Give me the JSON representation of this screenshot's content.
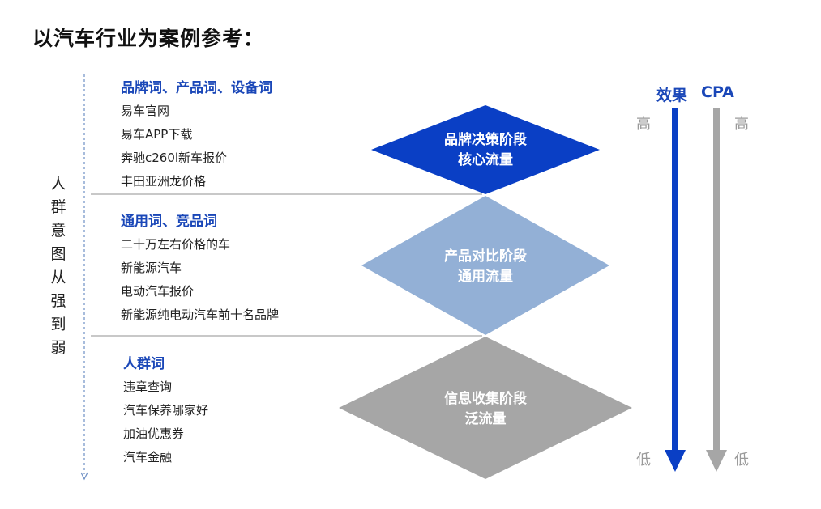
{
  "title": "以汽车行业为案例参考：",
  "side_label": [
    "人",
    "群",
    "意",
    "图",
    "从",
    "强",
    "到",
    "弱"
  ],
  "sections": [
    {
      "heading": "品牌词、产品词、设备词",
      "items": [
        "易车官网",
        "易车APP下载",
        "奔驰c260l新车报价",
        "丰田亚洲龙价格"
      ],
      "stage": [
        "品牌决策阶段",
        "核心流量"
      ],
      "color": "#0a3fc5"
    },
    {
      "heading": "通用词、竞品词",
      "items": [
        "二十万左右价格的车",
        "新能源汽车",
        "电动汽车报价",
        "新能源纯电动汽车前十名品牌"
      ],
      "stage": [
        "产品对比阶段",
        "通用流量"
      ],
      "color": "#93b0d6"
    },
    {
      "heading": "人群词",
      "items": [
        "违章查询",
        "汽车保养哪家好",
        "加油优惠券",
        "汽车金融"
      ],
      "stage": [
        "信息收集阶段",
        "泛流量"
      ],
      "color": "#a6a6a6"
    }
  ],
  "metrics": {
    "effect_label": "效果",
    "cpa_label": "CPA",
    "high": "高",
    "low": "低",
    "effect_color": "#0a3fc5",
    "cpa_color": "#a6a6a6"
  }
}
